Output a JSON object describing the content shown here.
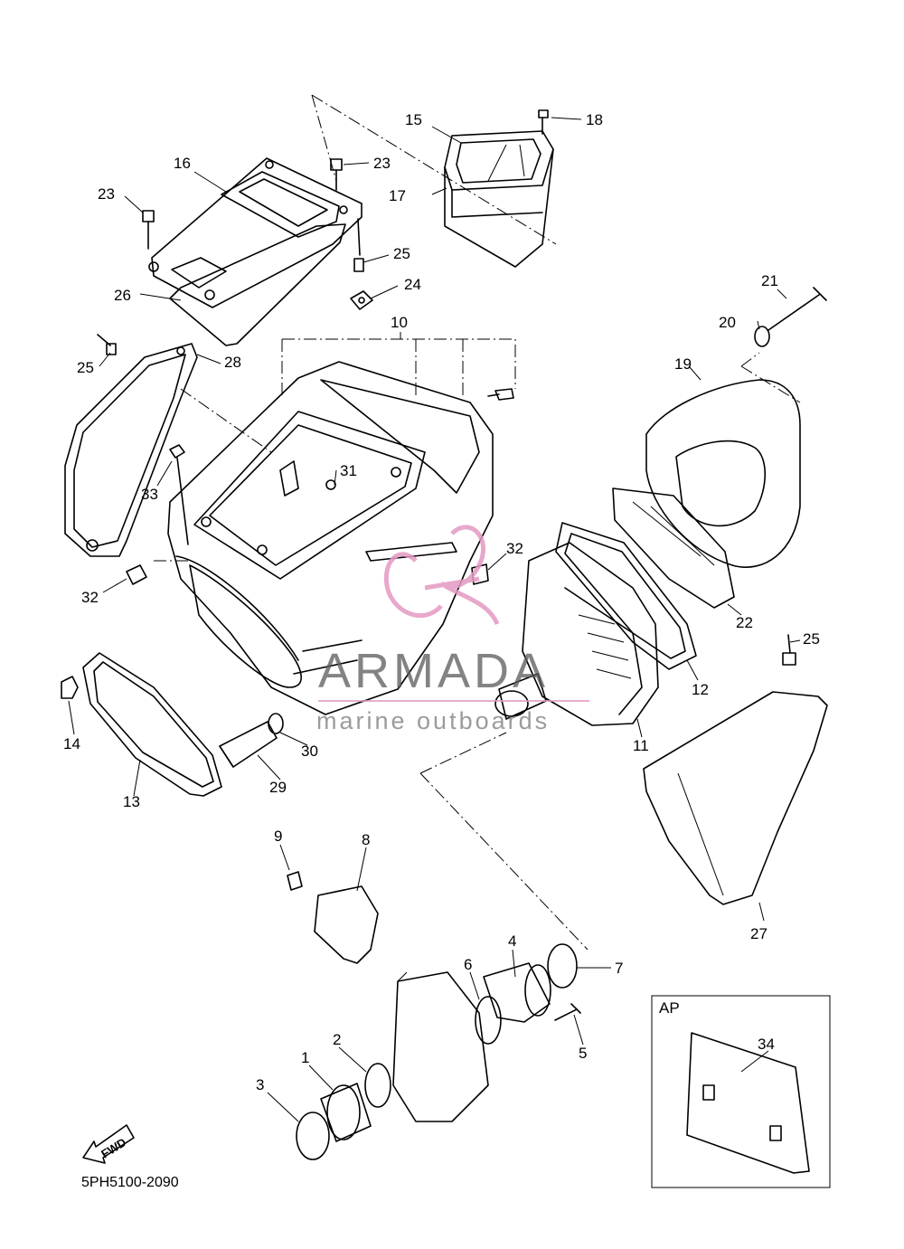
{
  "diagram": {
    "catalog_code": "5PH5100-2090",
    "fwd_label": "FWD",
    "ap_box_label": "AP",
    "watermark": {
      "brand": "ARMADA",
      "tagline": "marine outboards",
      "accent_color": "#e39ac2"
    },
    "part_labels": [
      {
        "id": "p1",
        "text": "1"
      },
      {
        "id": "p2",
        "text": "2"
      },
      {
        "id": "p3",
        "text": "3"
      },
      {
        "id": "p4",
        "text": "4"
      },
      {
        "id": "p5",
        "text": "5"
      },
      {
        "id": "p6",
        "text": "6"
      },
      {
        "id": "p7",
        "text": "7"
      },
      {
        "id": "p8",
        "text": "8"
      },
      {
        "id": "p9",
        "text": "9"
      },
      {
        "id": "p10",
        "text": "10"
      },
      {
        "id": "p11",
        "text": "11"
      },
      {
        "id": "p12",
        "text": "12"
      },
      {
        "id": "p13",
        "text": "13"
      },
      {
        "id": "p14",
        "text": "14"
      },
      {
        "id": "p15",
        "text": "15"
      },
      {
        "id": "p16",
        "text": "16"
      },
      {
        "id": "p17",
        "text": "17"
      },
      {
        "id": "p18",
        "text": "18"
      },
      {
        "id": "p19",
        "text": "19"
      },
      {
        "id": "p20",
        "text": "20"
      },
      {
        "id": "p21",
        "text": "21"
      },
      {
        "id": "p22",
        "text": "22"
      },
      {
        "id": "p23a",
        "text": "23"
      },
      {
        "id": "p23b",
        "text": "23"
      },
      {
        "id": "p24",
        "text": "24"
      },
      {
        "id": "p25a",
        "text": "25"
      },
      {
        "id": "p25b",
        "text": "25"
      },
      {
        "id": "p25c",
        "text": "25"
      },
      {
        "id": "p26",
        "text": "26"
      },
      {
        "id": "p27",
        "text": "27"
      },
      {
        "id": "p28",
        "text": "28"
      },
      {
        "id": "p29",
        "text": "29"
      },
      {
        "id": "p30",
        "text": "30"
      },
      {
        "id": "p31",
        "text": "31"
      },
      {
        "id": "p32a",
        "text": "32"
      },
      {
        "id": "p32b",
        "text": "32"
      },
      {
        "id": "p33",
        "text": "33"
      },
      {
        "id": "p34",
        "text": "34"
      }
    ]
  }
}
